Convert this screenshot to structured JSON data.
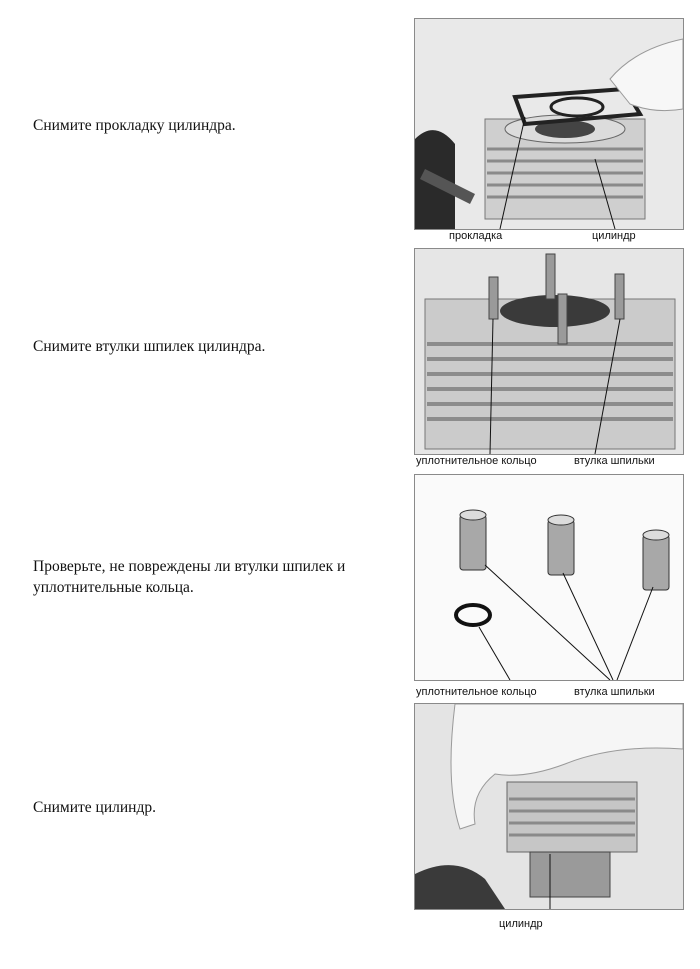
{
  "steps": [
    {
      "instruction": "Снимите прокладку цилиндра.",
      "callouts": [
        "прокладка",
        "цилиндр"
      ]
    },
    {
      "instruction": "Снимите втулки шпилек цилиндра.",
      "callouts": [
        "уплотнительное кольцо",
        "втулка шпильки"
      ]
    },
    {
      "instruction": "Проверьте, не повреждены ли втулки шпилек и уплотнительные кольца.",
      "callouts": [
        "уплотнительное кольцо",
        "втулка шпильки"
      ]
    },
    {
      "instruction": "Снимите цилиндр.",
      "callouts": [
        "цилиндр"
      ]
    }
  ]
}
